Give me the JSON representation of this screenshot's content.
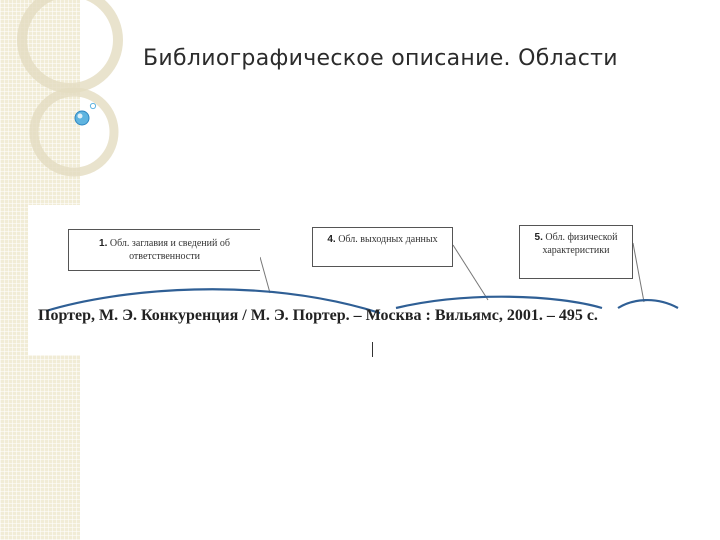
{
  "slide": {
    "title": "Библиографическое описание. Области"
  },
  "figure": {
    "callouts": [
      {
        "num": "1.",
        "text": "Обл. заглавия и сведений об ответственности"
      },
      {
        "num": "4.",
        "text": "Обл. выходных данных"
      },
      {
        "num": "5.",
        "text": "Обл. физической характеристики"
      }
    ],
    "citation": "Портер, М. Э. Конкуренция / М. Э. Портер. – Москва : Вильямс, 2001. – 495 с."
  },
  "colors": {
    "brace": "#2f5f95",
    "bubble": "#5fb4e0",
    "strip": "#f1ecd6"
  }
}
